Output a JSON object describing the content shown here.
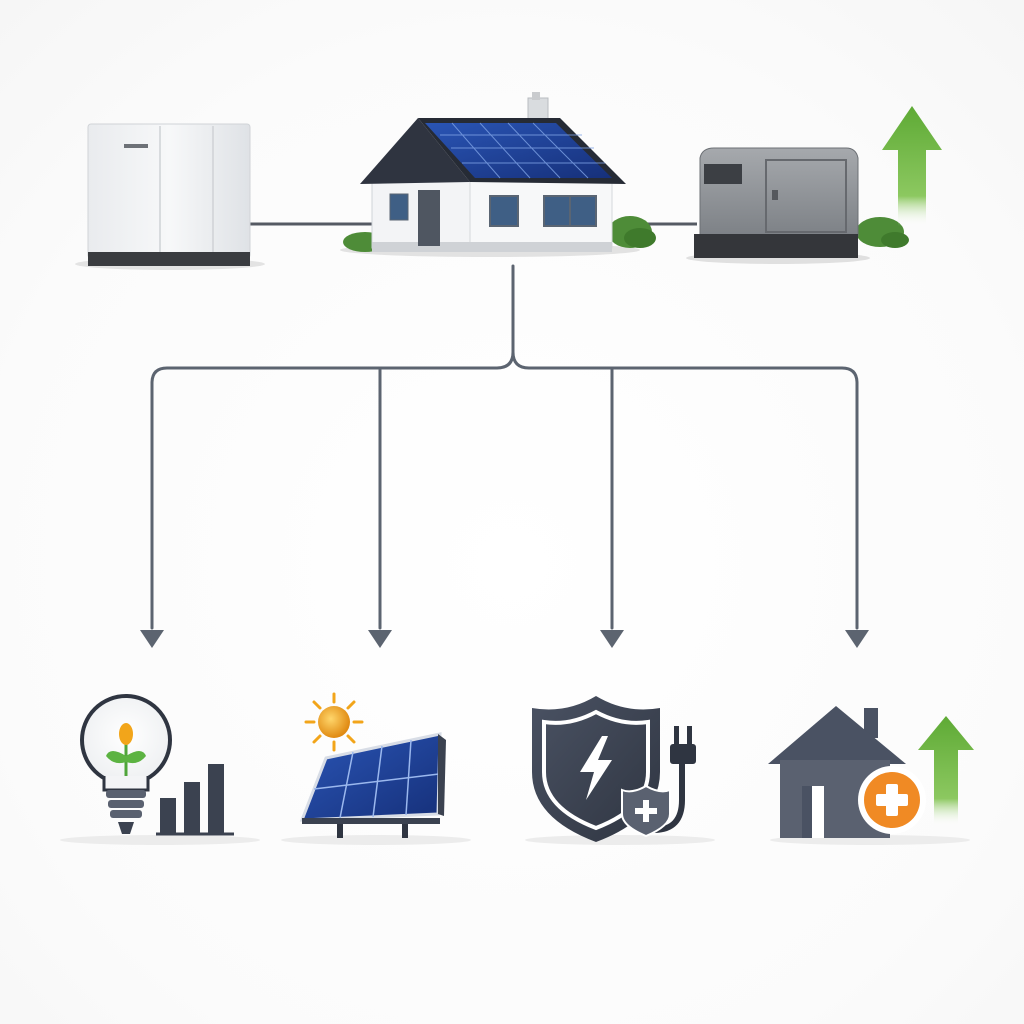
{
  "diagram": {
    "top_row": [
      {
        "id": "battery",
        "icon": "battery-storage-icon"
      },
      {
        "id": "house",
        "icon": "solar-house-icon"
      },
      {
        "id": "generator",
        "icon": "backup-generator-icon"
      },
      {
        "id": "growth",
        "icon": "green-up-arrow-icon"
      }
    ],
    "branches": 4,
    "bottom_row": [
      {
        "id": "efficiency",
        "icon": "eco-bulb-bar-chart-icon"
      },
      {
        "id": "solar",
        "icon": "solar-panel-sun-icon"
      },
      {
        "id": "protection",
        "icon": "shield-power-plug-icon"
      },
      {
        "id": "home-value",
        "icon": "house-plus-growth-icon"
      }
    ]
  },
  "colors": {
    "connector": "#5c6470",
    "solar_blue": "#1f3f8f",
    "dark_icon": "#3b4250",
    "green": "#6cb33f",
    "orange": "#f08a24",
    "sun": "#f2a51a"
  }
}
